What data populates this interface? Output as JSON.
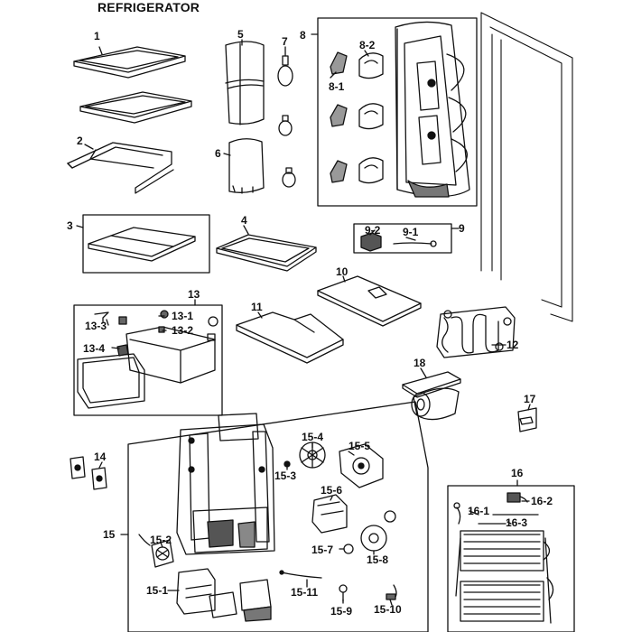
{
  "title": "REFRIGERATOR",
  "callouts": {
    "c1": "1",
    "c2": "2",
    "c3": "3",
    "c4": "4",
    "c5": "5",
    "c6": "6",
    "c7": "7",
    "c8": "8",
    "c8_1": "8-1",
    "c8_2": "8-2",
    "c9": "9",
    "c9_1": "9-1",
    "c9_2": "9-2",
    "c10": "10",
    "c11": "11",
    "c12": "12",
    "c13": "13",
    "c13_1": "13-1",
    "c13_2": "13-2",
    "c13_3": "13-3",
    "c13_4": "13-4",
    "c14": "14",
    "c15": "15",
    "c15_1": "15-1",
    "c15_2": "15-2",
    "c15_3": "15-3",
    "c15_4": "15-4",
    "c15_5": "15-5",
    "c15_6": "15-6",
    "c15_7": "15-7",
    "c15_8": "15-8",
    "c15_9": "15-9",
    "c15_10": "15-10",
    "c15_11": "15-11",
    "c16": "16",
    "c16_1": "16-1",
    "c16_2": "16-2",
    "c16_3": "16-3",
    "c17": "17",
    "c18": "18"
  }
}
